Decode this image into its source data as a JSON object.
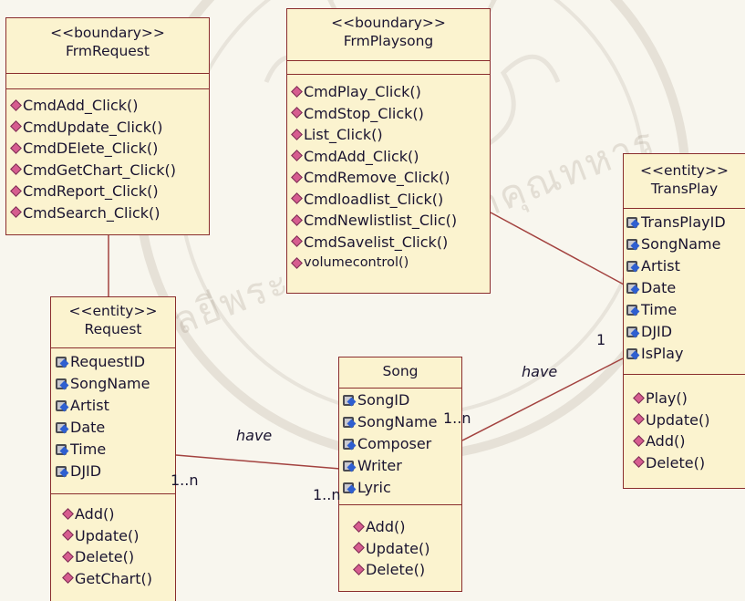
{
  "colors": {
    "box_fill": "#fbf3cf",
    "box_border": "#8a2d2d",
    "line": "#a3423f",
    "attr_icon": "#2f5fd0",
    "op_icon": "#d65c8f"
  },
  "classes": {
    "frm_request": {
      "stereotype": "<<boundary>>",
      "name": "FrmRequest",
      "attributes": [],
      "operations": [
        "CmdAdd_Click()",
        "CmdUpdate_Click()",
        "CmdDElete_Click()",
        "CmdGetChart_Click()",
        "CmdReport_Click()",
        "CmdSearch_Click()"
      ]
    },
    "frm_playsong": {
      "stereotype": "<<boundary>>",
      "name": "FrmPlaysong",
      "attributes": [],
      "operations": [
        "CmdPlay_Click()",
        "CmdStop_Click()",
        "List_Click()",
        "CmdAdd_Click()",
        "CmdRemove_Click()",
        "Cmdloadlist_Click()",
        "CmdNewlistlist_Clic()",
        "CmdSavelist_Click()",
        "volumecontrol()"
      ]
    },
    "trans_play": {
      "stereotype": "<<entity>>",
      "name": "TransPlay",
      "attributes": [
        "TransPlayID",
        "SongName",
        "Artist",
        "Date",
        "Time",
        "DJID",
        "IsPlay"
      ],
      "operations": [
        "Play()",
        "Update()",
        "Add()",
        "Delete()"
      ]
    },
    "request": {
      "stereotype": "<<entity>>",
      "name": "Request",
      "attributes": [
        "RequestID",
        "SongName",
        "Artist",
        "Date",
        "Time",
        "DJID"
      ],
      "operations": [
        "Add()",
        "Update()",
        "Delete()",
        "GetChart()"
      ]
    },
    "song": {
      "stereotype": "",
      "name": "Song",
      "attributes": [
        "SongID",
        "SongName",
        "Composer",
        "Writer",
        "Lyric"
      ],
      "operations": [
        "Add()",
        "Update()",
        "Delete()"
      ]
    }
  },
  "associations": {
    "request_song": {
      "label": "have",
      "mult_request": "1..n",
      "mult_song": "1..n"
    },
    "song_transplay": {
      "label": "have",
      "mult_song": "1..n",
      "mult_transplay": "1"
    }
  }
}
